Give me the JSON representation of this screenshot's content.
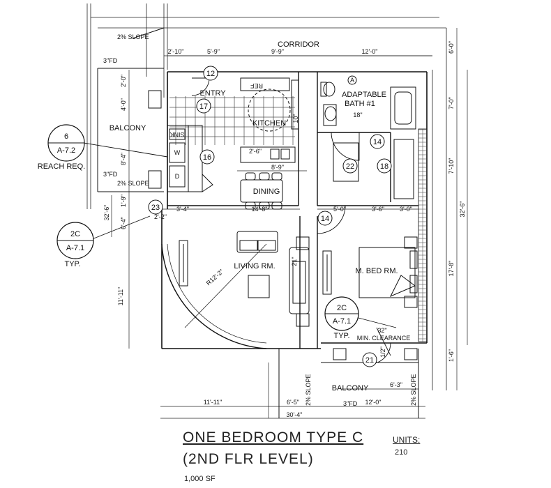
{
  "title": {
    "unit_type": "ONE BEDROOM TYPE C",
    "level": "(2ND FLR LEVEL)",
    "area": "1,000 SF",
    "units_label": "UNITS:",
    "units_value": "210"
  },
  "rooms": {
    "corridor": "CORRIDOR",
    "entry": "ENTRY",
    "kitchen": "KITCHEN",
    "adaptable_bath": "ADAPTABLE",
    "adaptable_bath_2": "BATH #1",
    "balcony_west": "BALCONY",
    "dining": "DINING",
    "living": "LIVING RM.",
    "bedroom": "M. BED RM.",
    "balcony_south": "BALCONY"
  },
  "fixtures": {
    "sink": "SINK",
    "washer": "W",
    "dryer": "D",
    "ref": "REF",
    "min_clearance": "MIN. CLEARANCE",
    "floor_drain_1": "3\"FD",
    "floor_drain_2": "3\"FD",
    "floor_drain_3": "3\"FD"
  },
  "slopes": [
    "2% SLOPE",
    "2% SLOPE",
    "2% SLOPE",
    "2% SLOPE"
  ],
  "tags": {
    "t12": "12",
    "t17": "17",
    "t16": "16",
    "t14a": "14",
    "t14b": "14",
    "t22": "22",
    "t18": "18",
    "t23": "23",
    "t21": "21",
    "ta": "A"
  },
  "callouts": {
    "c1_num": "6",
    "c1_sheet": "A-7.2",
    "c1_note": "REACH REQ.",
    "c2_num": "2C",
    "c2_sheet": "A-7.1",
    "c2_note": "TYP.",
    "c3_num": "2C",
    "c3_sheet": "A-7.1",
    "c3_note": "TYP."
  },
  "dimensions": {
    "top_2_10": "2'-10\"",
    "top_5_9": "5'-9\"",
    "top_9_9": "9'-9\"",
    "top_12_0": "12'-0\"",
    "right_6_0": "6'-0\"",
    "right_7_0": "7'-0\"",
    "right_7_10": "7'-10\"",
    "right_32_6": "32'-6\"",
    "right_17_8": "17'-8\"",
    "right_1_6": "1'-6\"",
    "left_2_0": "2'-0\"",
    "left_4_0": "4'-0\"",
    "left_8_4": "8'-4\"",
    "left_1_9": "1'-9\"",
    "left_32_6": "32'-6\"",
    "left_6_4": "6'-4\"",
    "left_11_11": "11'-11\"",
    "k_2_6": "2'-6\"",
    "k_8_9": "8'-9\"",
    "k_10": "10\"",
    "k_18": "18\"",
    "d_3_4": "3'-4\"",
    "d_14_8": "14'-8\"",
    "d_2_2": "2'-2\"",
    "b_5_0": "5'-0\"",
    "b_3_6": "3'-6\"",
    "b_3_0": "3'-0\"",
    "living_21": "21\"",
    "radius": "R12'-2\"",
    "clear_32": "32\"",
    "half": "1/2\"",
    "bot_11_11": "11'-11\"",
    "bot_6_5": "6'-5\"",
    "bot_12_0": "12'-0\"",
    "bot_6_3": "6'-3\"",
    "bot_30_4": "30'-4\""
  }
}
